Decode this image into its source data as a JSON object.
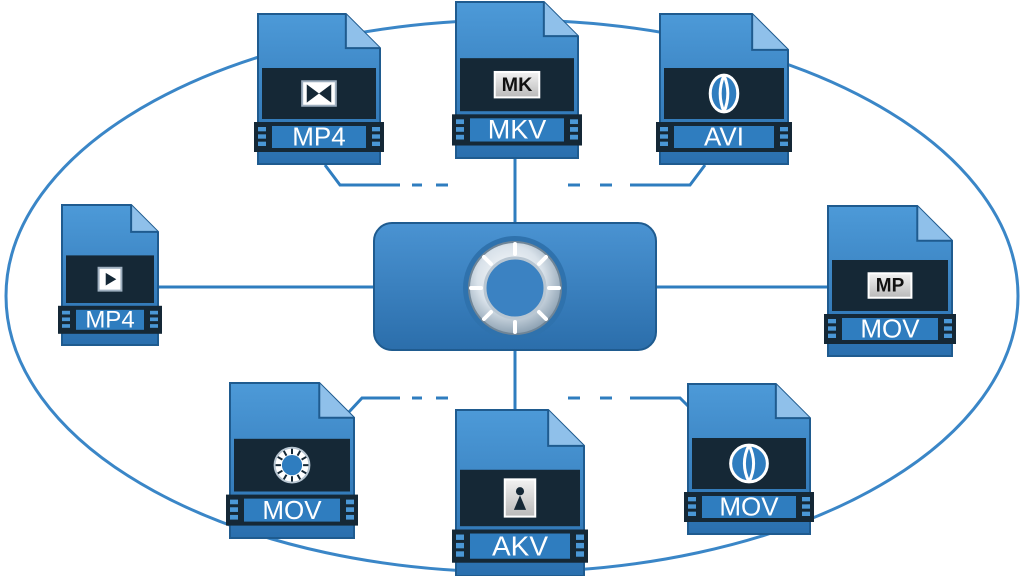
{
  "diagram": {
    "hub": {
      "icon": "reel-icon"
    },
    "files": [
      {
        "id": "mp4-top",
        "label": "MP4",
        "icon": "clapper-icon"
      },
      {
        "id": "mkv-top",
        "label": "MKV",
        "icon": "mk-badge-icon",
        "badge": "MK"
      },
      {
        "id": "avi-top",
        "label": "AVI",
        "icon": "film-reel-icon"
      },
      {
        "id": "mp4-left",
        "label": "MP4",
        "icon": "play-icon"
      },
      {
        "id": "mov-right",
        "label": "MOV",
        "icon": "mp-badge-icon",
        "badge": "MP"
      },
      {
        "id": "mov-bottom-l",
        "label": "MOV",
        "icon": "wheel-icon"
      },
      {
        "id": "akv-bottom",
        "label": "AKV",
        "icon": "figure-icon"
      },
      {
        "id": "mov-bottom-r",
        "label": "MOV",
        "icon": "orb-icon"
      }
    ]
  },
  "colors": {
    "blue": "#2f7dbf",
    "blue_light": "#4a97d6",
    "dark": "#152836",
    "line": "#2f7dbf",
    "ellipse": "#3a86c7"
  }
}
